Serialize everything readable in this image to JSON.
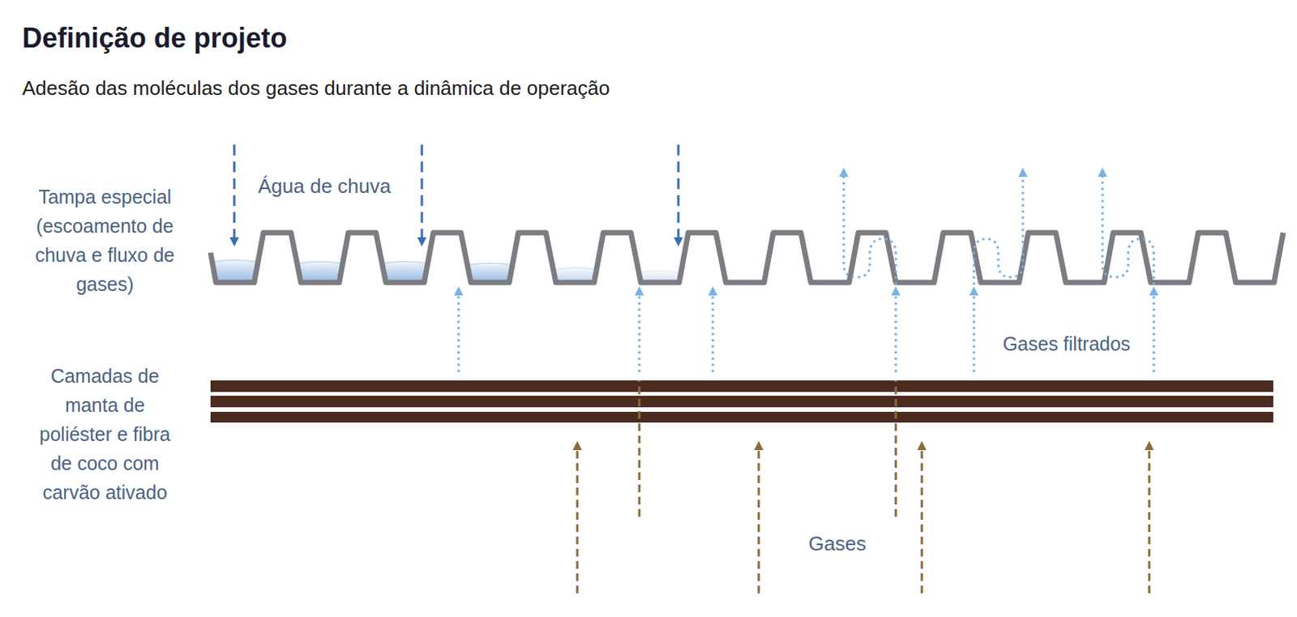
{
  "diagram": {
    "title": "Definição de projeto",
    "labels": [
      "Adesão das moléculas dos gases durante a dinâmica de operação",
      "Tampa especial (escoamento de chuva e fluxo de gases)",
      "Água de chuva",
      "Camadas de manta de poliéster e fibra de coco com carvão ativado",
      "Gases filtrados",
      "Gases"
    ]
  }
}
